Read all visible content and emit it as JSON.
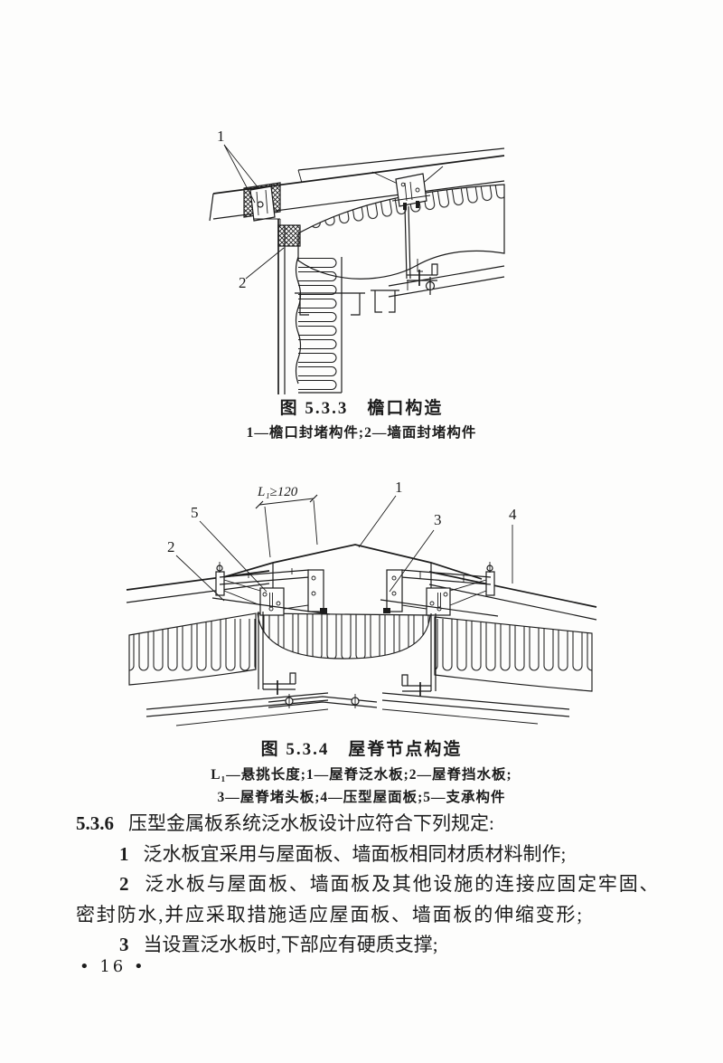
{
  "figure1": {
    "caption": "图 5.3.3　檐口构造",
    "legend": "1—檐口封堵构件;2—墙面封堵构件",
    "callouts": {
      "c1": "1",
      "c2": "2"
    }
  },
  "figure2": {
    "caption": "图 5.3.4　屋脊节点构造",
    "legend_line1": "L₁—悬挑长度;1—屋脊泛水板;2—屋脊挡水板;",
    "legend_line2": "3—屋脊堵头板;4—压型屋面板;5—支承构件",
    "dimension_label": "L₁≥120",
    "callouts": {
      "c1": "1",
      "c2": "2",
      "c3": "3",
      "c4": "4",
      "c5": "5"
    }
  },
  "body": {
    "clause": {
      "num": "5.3.6",
      "text": "压型金属板系统泛水板设计应符合下列规定:"
    },
    "item1": {
      "num": "1",
      "text": "泛水板宜采用与屋面板、墙面板相同材质材料制作;"
    },
    "item2": {
      "num": "2",
      "line1": "泛水板与屋面板、墙面板及其他设施的连接应固定牢固、",
      "line2": "密封防水,并应采取措施适应屋面板、墙面板的伸缩变形;"
    },
    "item3": {
      "num": "3",
      "text": "当设置泛水板时,下部应有硬质支撑;"
    }
  },
  "footer": {
    "page_label": "• 16 •"
  }
}
